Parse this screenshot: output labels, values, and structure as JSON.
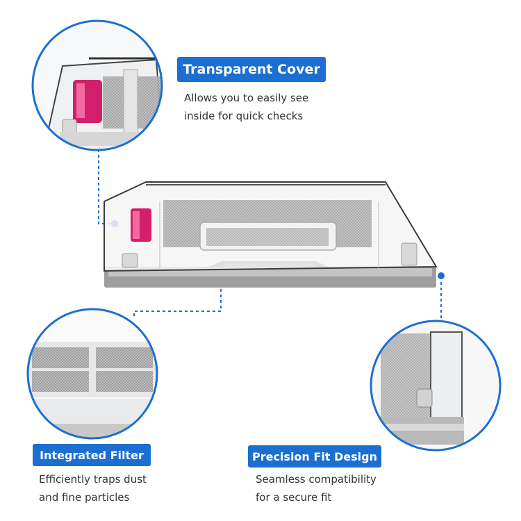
{
  "features": {
    "cover": {
      "title": "Transparent Cover",
      "line1": "Allows you to easily see",
      "line2": "inside for quick checks"
    },
    "filter": {
      "title": "Integrated Filter",
      "line1": "Efficiently traps dust",
      "line2": "and fine particles"
    },
    "fit": {
      "title": "Precision Fit Design",
      "line1": "Seamless compatibility",
      "line2": "for a secure fit"
    }
  },
  "colors": {
    "accent": "#1c6fd1",
    "text": "#333333",
    "background": "#ffffff"
  }
}
